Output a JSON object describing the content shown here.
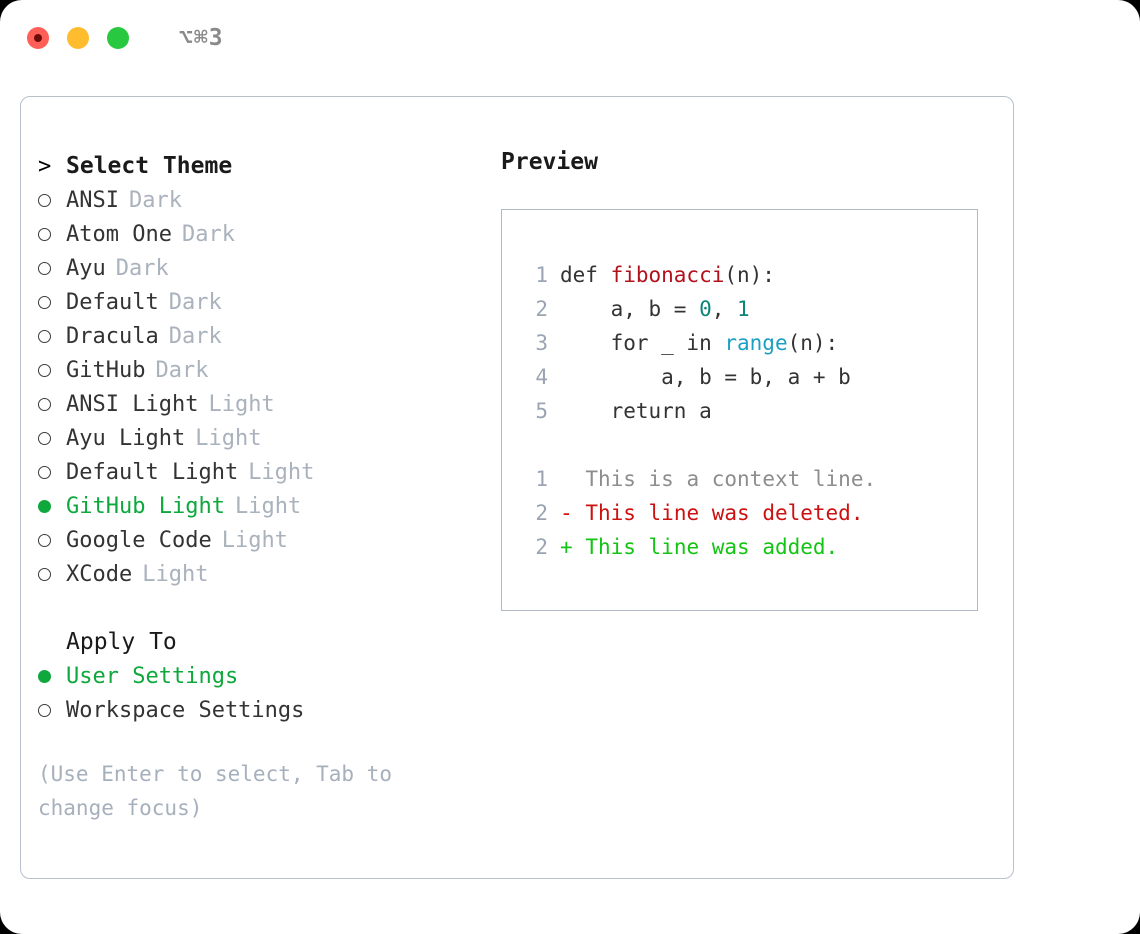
{
  "titlebar": {
    "shortcut": "⌥⌘3",
    "buttons": [
      {
        "name": "close",
        "color": "#ff5f57"
      },
      {
        "name": "minimize",
        "color": "#febc2e"
      },
      {
        "name": "maximize",
        "color": "#28c840"
      }
    ]
  },
  "theme_section": {
    "marker": ">",
    "title": "Select Theme",
    "items": [
      {
        "name": "ANSI",
        "kind": "Dark",
        "selected": false
      },
      {
        "name": "Atom One",
        "kind": "Dark",
        "selected": false
      },
      {
        "name": "Ayu",
        "kind": "Dark",
        "selected": false
      },
      {
        "name": "Default",
        "kind": "Dark",
        "selected": false
      },
      {
        "name": "Dracula",
        "kind": "Dark",
        "selected": false
      },
      {
        "name": "GitHub",
        "kind": "Dark",
        "selected": false
      },
      {
        "name": "ANSI Light",
        "kind": "Light",
        "selected": false
      },
      {
        "name": "Ayu Light",
        "kind": "Light",
        "selected": false
      },
      {
        "name": "Default Light",
        "kind": "Light",
        "selected": false
      },
      {
        "name": "GitHub Light",
        "kind": "Light",
        "selected": true
      },
      {
        "name": "Google Code",
        "kind": "Light",
        "selected": false
      },
      {
        "name": "XCode",
        "kind": "Light",
        "selected": false
      }
    ]
  },
  "apply_to_section": {
    "title": "Apply To",
    "items": [
      {
        "name": "User Settings",
        "selected": true
      },
      {
        "name": "Workspace Settings",
        "selected": false
      }
    ]
  },
  "hint": "(Use Enter to select, Tab to change focus)",
  "preview": {
    "title": "Preview",
    "code_lines": [
      {
        "lineno": "1",
        "tokens": [
          {
            "text": "def ",
            "type": "plain"
          },
          {
            "text": "fibonacci",
            "type": "fn"
          },
          {
            "text": "(n):",
            "type": "plain"
          }
        ]
      },
      {
        "lineno": "2",
        "tokens": [
          {
            "text": "    a, b = ",
            "type": "plain"
          },
          {
            "text": "0",
            "type": "num"
          },
          {
            "text": ", ",
            "type": "plain"
          },
          {
            "text": "1",
            "type": "num"
          }
        ]
      },
      {
        "lineno": "3",
        "tokens": [
          {
            "text": "    for _ in ",
            "type": "plain"
          },
          {
            "text": "range",
            "type": "built"
          },
          {
            "text": "(n):",
            "type": "plain"
          }
        ]
      },
      {
        "lineno": "4",
        "tokens": [
          {
            "text": "        a, b = b, a + b",
            "type": "plain"
          }
        ]
      },
      {
        "lineno": "5",
        "tokens": [
          {
            "text": "    return a",
            "type": "plain"
          }
        ]
      }
    ],
    "diff_lines": [
      {
        "lineno": "1",
        "sign": " ",
        "text": "This is a context line.",
        "kind": "ctx"
      },
      {
        "lineno": "2",
        "sign": "-",
        "text": "This line was deleted.",
        "kind": "del"
      },
      {
        "lineno": "2",
        "sign": "+",
        "text": "This line was added.",
        "kind": "add"
      }
    ]
  },
  "colors": {
    "accent_green": "#0fa83c",
    "muted": "#a9b2bd",
    "fn_red": "#b3111b",
    "num_teal": "#0c8577",
    "builtin_blue": "#1c9fc4",
    "diff_add": "#14c414",
    "diff_del": "#cc1111",
    "border": "#b8c0cc"
  }
}
